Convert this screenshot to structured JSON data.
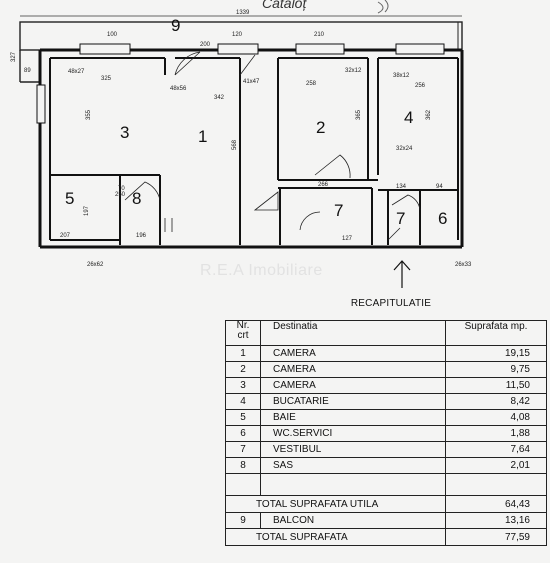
{
  "header_scribble": "Cataloț",
  "watermark": "R.E.A Imobiliare",
  "recap_title": "RECAPITULATIE",
  "table": {
    "col_nr": "Nr. crt",
    "col_dest": "Destinatia",
    "col_area": "Suprafata mp.",
    "rows": [
      {
        "nr": "1",
        "dest": "CAMERA",
        "area": "19,15"
      },
      {
        "nr": "2",
        "dest": "CAMERA",
        "area": "9,75"
      },
      {
        "nr": "3",
        "dest": "CAMERA",
        "area": "11,50"
      },
      {
        "nr": "4",
        "dest": "BUCATARIE",
        "area": "8,42"
      },
      {
        "nr": "5",
        "dest": "BAIE",
        "area": "4,08"
      },
      {
        "nr": "6",
        "dest": "WC.SERVICI",
        "area": "1,88"
      },
      {
        "nr": "7",
        "dest": "VESTIBUL",
        "area": "7,64"
      },
      {
        "nr": "8",
        "dest": "SAS",
        "area": "2,01"
      }
    ],
    "total_util_label": "TOTAL SUPRAFATA UTILA",
    "total_util_value": "64,43",
    "balcon": {
      "nr": "9",
      "dest": "BALCON",
      "area": "13,16"
    },
    "total_label": "TOTAL SUPRAFATA",
    "total_value": "77,59"
  },
  "plan": {
    "rooms": [
      {
        "id": "r1",
        "label": "1"
      },
      {
        "id": "r2",
        "label": "2"
      },
      {
        "id": "r3",
        "label": "3"
      },
      {
        "id": "r4",
        "label": "4"
      },
      {
        "id": "r5",
        "label": "5"
      },
      {
        "id": "r6",
        "label": "6"
      },
      {
        "id": "r7a",
        "label": "7"
      },
      {
        "id": "r7b",
        "label": "7"
      },
      {
        "id": "r8",
        "label": "8"
      },
      {
        "id": "r9",
        "label": "9"
      }
    ],
    "dims": {
      "d_top": "1339",
      "d_327": "327",
      "d_89": "89",
      "d_48x27": "48x27",
      "d_325": "325",
      "d_355": "355",
      "d_48x56": "48x56",
      "d_342": "342",
      "d_41x47": "41x47",
      "d_568": "568",
      "d_258": "258",
      "d_32x12": "32x12",
      "d_365": "365",
      "d_38x12": "38x12",
      "d_256": "256",
      "d_362": "362",
      "d_32x24": "32x24",
      "d_266": "266",
      "d_134": "134",
      "d_94": "94",
      "d_197": "197",
      "d_207": "207",
      "d_196": "196",
      "d_26x62": "26x62",
      "d_127": "127",
      "d_26x33": "26x33",
      "d_b100": "100",
      "d_b120": "120",
      "d_b200": "200",
      "d_b210": "210",
      "d_b250": "250",
      "d_b70": "70"
    }
  }
}
